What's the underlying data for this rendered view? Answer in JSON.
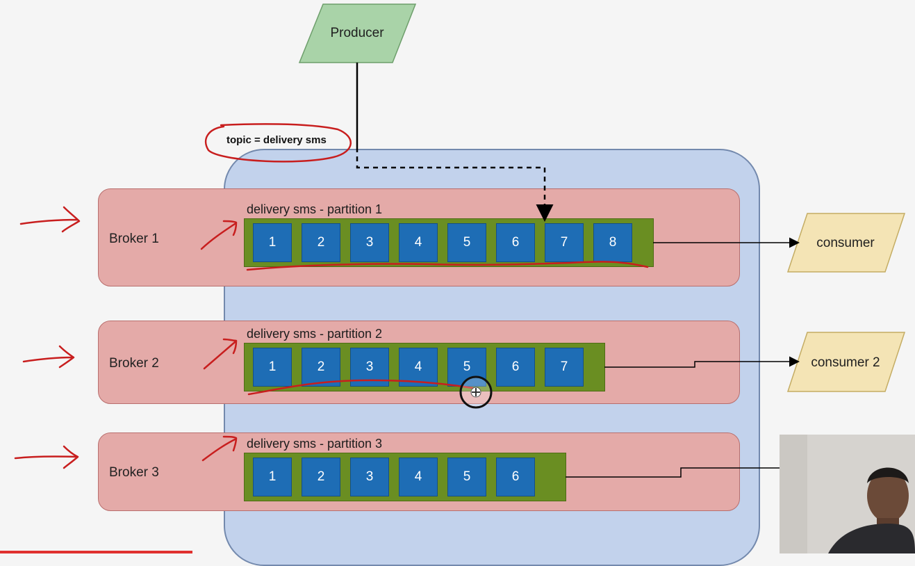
{
  "producer": {
    "label": "Producer"
  },
  "topic": {
    "label": "topic = delivery sms"
  },
  "brokers": [
    {
      "name": "Broker 1",
      "partition_title": "delivery sms - partition 1",
      "messages": [
        "1",
        "2",
        "3",
        "4",
        "5",
        "6",
        "7",
        "8"
      ]
    },
    {
      "name": "Broker 2",
      "partition_title": "delivery sms - partition 2",
      "messages": [
        "1",
        "2",
        "3",
        "4",
        "5",
        "6",
        "7"
      ]
    },
    {
      "name": "Broker 3",
      "partition_title": "delivery sms - partition 3",
      "messages": [
        "1",
        "2",
        "3",
        "4",
        "5",
        "6"
      ]
    }
  ],
  "consumers": [
    {
      "label": "consumer"
    },
    {
      "label": "consumer 2"
    }
  ],
  "colors": {
    "producer_fill": "#a9d3a8",
    "consumer_fill": "#f4e4b5",
    "broker_fill": "#e4aaa8",
    "cluster_fill": "#c2d2ec",
    "partition_fill": "#6a8e22",
    "message_fill": "#1e6db5",
    "annotation_red": "#c81e1e"
  },
  "video": {
    "progress_fraction": 0.21
  }
}
